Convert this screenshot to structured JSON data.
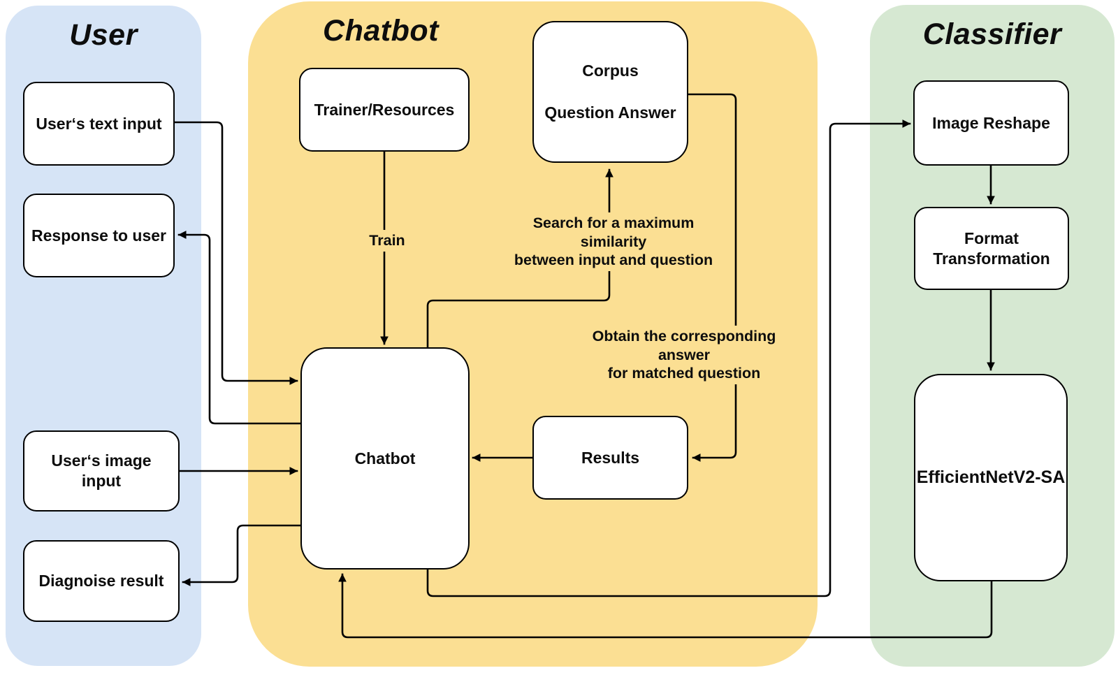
{
  "panels": {
    "user": {
      "title": "User",
      "color": "#D6E4F6",
      "text_input": "User‘s text input",
      "response": "Response to user",
      "image_input": "User‘s image\ninput",
      "diagnose": "Diagnoise result"
    },
    "chatbot": {
      "title": "Chatbot",
      "color": "#FBDF93",
      "trainer": "Trainer/Resources",
      "corpus_line1": "Corpus",
      "corpus_line2": "Question Answer",
      "chatbot_box": "Chatbot",
      "results": "Results",
      "train_label": "Train",
      "search_label": "Search for a maximum\nsimilarity\nbetween input and question",
      "obtain_label": "Obtain the corresponding\nanswer\nfor matched question"
    },
    "classifier": {
      "title": "Classifier",
      "color": "#D6E8D2",
      "image_reshape": "Image Reshape",
      "format_transformation": "Format\nTransformation",
      "efficientnet": "EfficientNetV2-SA"
    }
  },
  "edge_color": "#000000"
}
